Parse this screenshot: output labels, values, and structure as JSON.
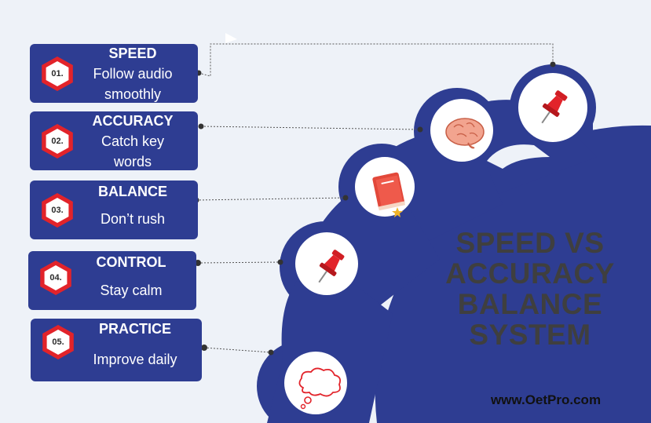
{
  "steps": [
    {
      "num": "01.",
      "title": "SPEED",
      "line1": "Follow audio",
      "line2": "smoothly"
    },
    {
      "num": "02.",
      "title": "ACCURACY",
      "line1": "Catch key",
      "line2": "words"
    },
    {
      "num": "03.",
      "title": "BALANCE",
      "line1": "Don’t rush"
    },
    {
      "num": "04.",
      "title": "CONTROL",
      "line1": "Stay calm"
    },
    {
      "num": "05.",
      "title": "PRACTICE",
      "line1": "Improve daily"
    }
  ],
  "headline": {
    "line1": "SPEED VS",
    "line2": "ACCURACY",
    "line3": "BALANCE",
    "line4": "SYSTEM"
  },
  "website": "www.OetPro.com",
  "icons": [
    "pushpin-icon",
    "brain-icon",
    "book-icon",
    "pushpin-icon",
    "thought-bubble-icon"
  ],
  "colors": {
    "navy": "#2e3d92",
    "red": "#e2232a",
    "background": "#eef2f8",
    "headline": "#3f3f3f"
  }
}
